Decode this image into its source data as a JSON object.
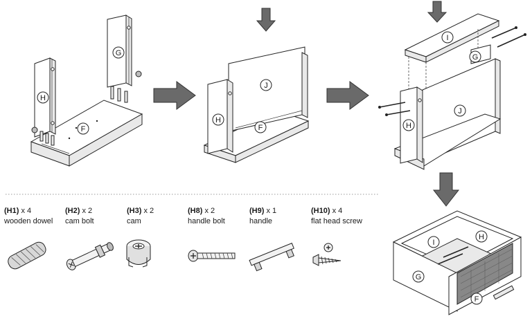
{
  "labels": {
    "step1_G": "G",
    "step1_H": "H",
    "step1_F": "F",
    "step2_J": "J",
    "step2_H": "H",
    "step2_F": "F",
    "step3_I": "I",
    "step3_G": "G",
    "step3_J": "J",
    "step3_H": "H",
    "step4_I": "I",
    "step4_H": "H",
    "step4_G": "G",
    "step4_F": "F"
  },
  "parts": [
    {
      "code": "(H1)",
      "qty": " x 4",
      "name": "wooden dowel",
      "icon": "wooden-dowel-icon"
    },
    {
      "code": "(H2)",
      "qty": " x 2",
      "name": "cam bolt",
      "icon": "cam-bolt-icon"
    },
    {
      "code": "(H3)",
      "qty": " x 2",
      "name": "cam",
      "icon": "cam-icon"
    },
    {
      "code": "(H8)",
      "qty": " x 2",
      "name": "handle bolt",
      "icon": "handle-bolt-icon"
    },
    {
      "code": "(H9)",
      "qty": " x 1",
      "name": "handle",
      "icon": "handle-icon"
    },
    {
      "code": "(H10)",
      "qty": " x 4",
      "name": "flat head screw",
      "icon": "flat-head-screw-icon"
    }
  ]
}
